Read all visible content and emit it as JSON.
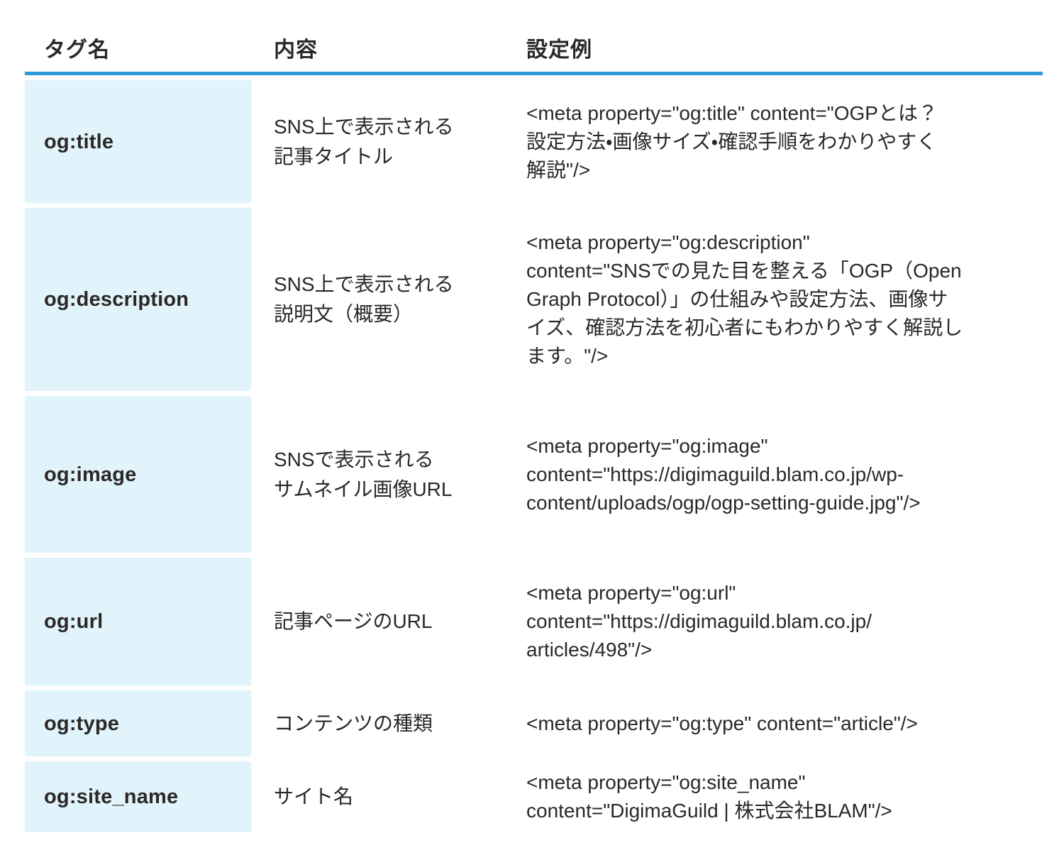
{
  "colors": {
    "header_underline": "#2b9bd8",
    "tag_cell_background": "#e1f3fb",
    "text": "#2b2826",
    "page_background": "#ffffff"
  },
  "table": {
    "headers": {
      "tag": "タグ名",
      "description": "内容",
      "example": "設定例"
    },
    "rows": [
      {
        "tag": "og:title",
        "description": "SNS上で表示される\n記事タイトル",
        "example": "<meta property=\"og:title\" content=\"OGPとは？\n設定方法・画像サイズ・確認手順をわかりやすく\n解説\"/>"
      },
      {
        "tag": "og:description",
        "description": "SNS上で表示される\n説明文（概要）",
        "example": "<meta property=\"og:description\"\ncontent=\"SNSでの見た目を整える「OGP（Open\nGraph Protocol）」の仕組みや設定方法、画像サ\nイズ、確認方法を初心者にもわかりやすく解説し\nます。\"/>"
      },
      {
        "tag": "og:image",
        "description": "SNSで表示される\nサムネイル画像URL",
        "example": "<meta property=\"og:image\"\ncontent=\"https://digimaguild.blam.co.jp/wp-\ncontent/uploads/ogp/ogp-setting-guide.jpg\"/>"
      },
      {
        "tag": "og:url",
        "description": "記事ページのURL",
        "example": "<meta property=\"og:url\"\ncontent=\"https://digimaguild.blam.co.jp/\narticles/498\"/>"
      },
      {
        "tag": "og:type",
        "description": "コンテンツの種類",
        "example": "<meta property=\"og:type\" content=\"article\"/>"
      },
      {
        "tag": "og:site_name",
        "description": "サイト名",
        "example": "<meta property=\"og:site_name\"\ncontent=\"DigimaGuild | 株式会社BLAM\"/>"
      }
    ]
  }
}
